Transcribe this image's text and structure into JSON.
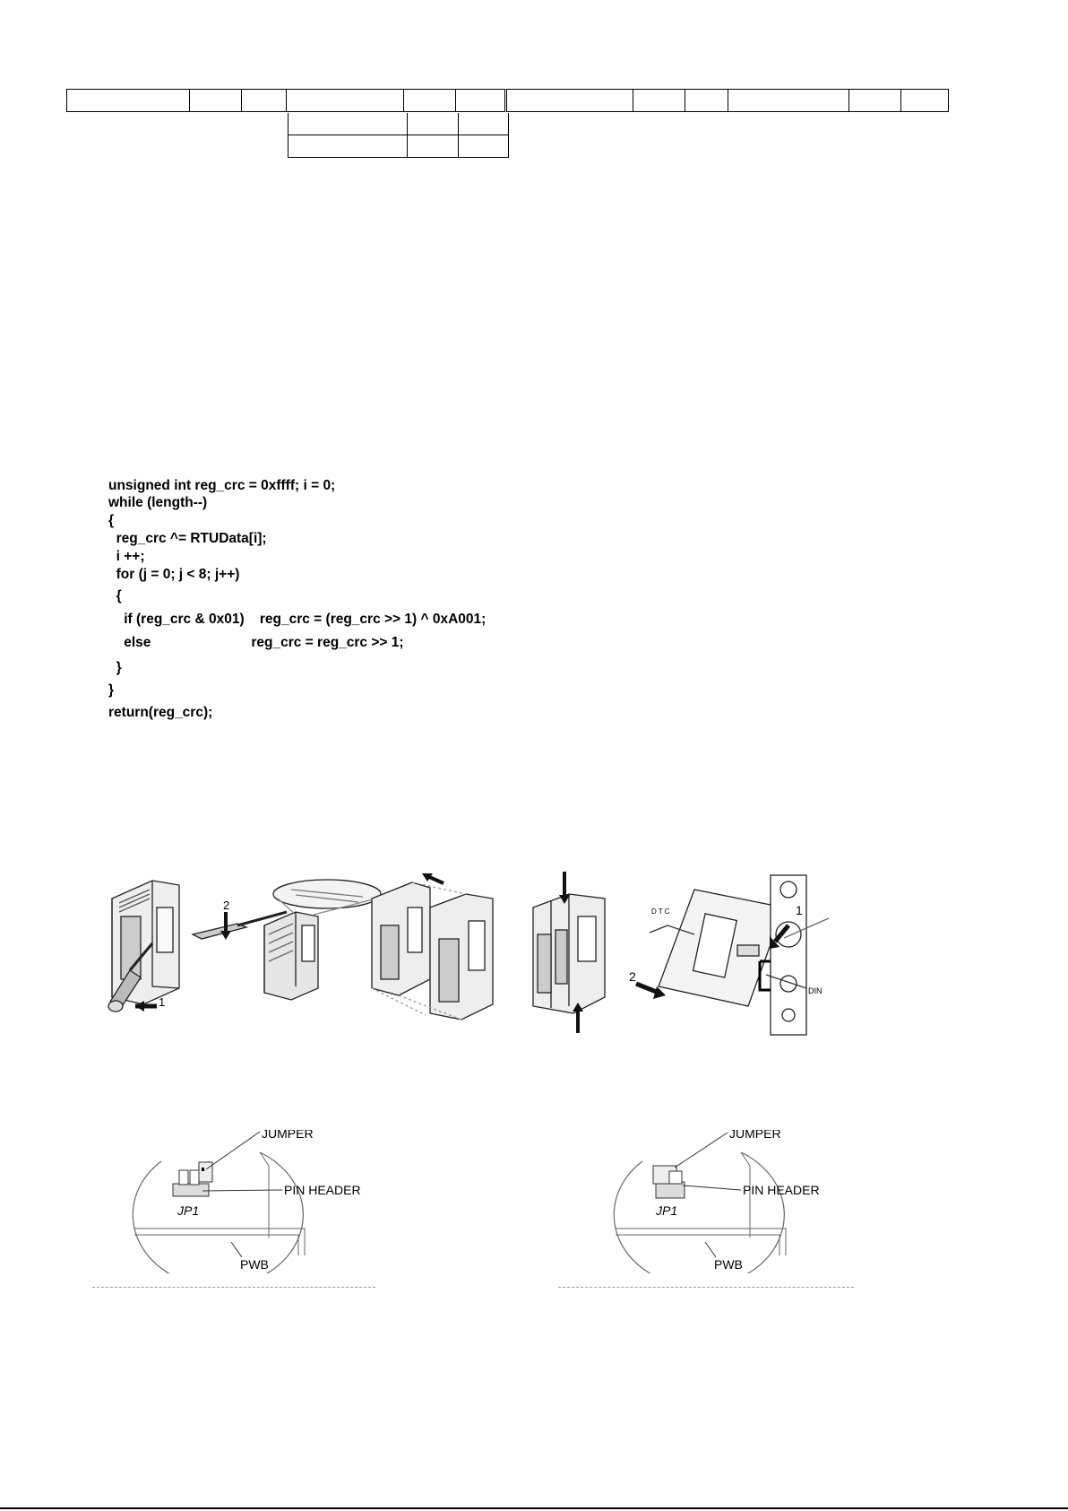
{
  "code": {
    "lines": [
      "unsigned int reg_crc = 0xffff; i = 0;",
      "while (length--)",
      "{",
      "  reg_crc ^= RTUData[i];",
      "  i ++;",
      "  for (j = 0; j < 8; j++)",
      "  {",
      "    if (reg_crc & 0x01)    reg_crc = (reg_crc >> 1) ^ 0xA001;",
      "    else                          reg_crc = reg_crc >> 1;",
      "  }",
      "}",
      "return(reg_crc);"
    ]
  },
  "figure_install": {
    "step1_number": "1",
    "step2_number": "2",
    "rail_step1": "1",
    "rail_step2": "2",
    "label_dtc": "DTC",
    "label_din": "DIN"
  },
  "figure_jumper_left": {
    "label_jumper": "JUMPER",
    "label_pin_header": "PIN HEADER",
    "label_jp1": "JP1",
    "label_pwb": "PWB"
  },
  "figure_jumper_right": {
    "label_jumper": "JUMPER",
    "label_pin_header": "PIN HEADER",
    "label_jp1": "JP1",
    "label_pwb": "PWB"
  }
}
